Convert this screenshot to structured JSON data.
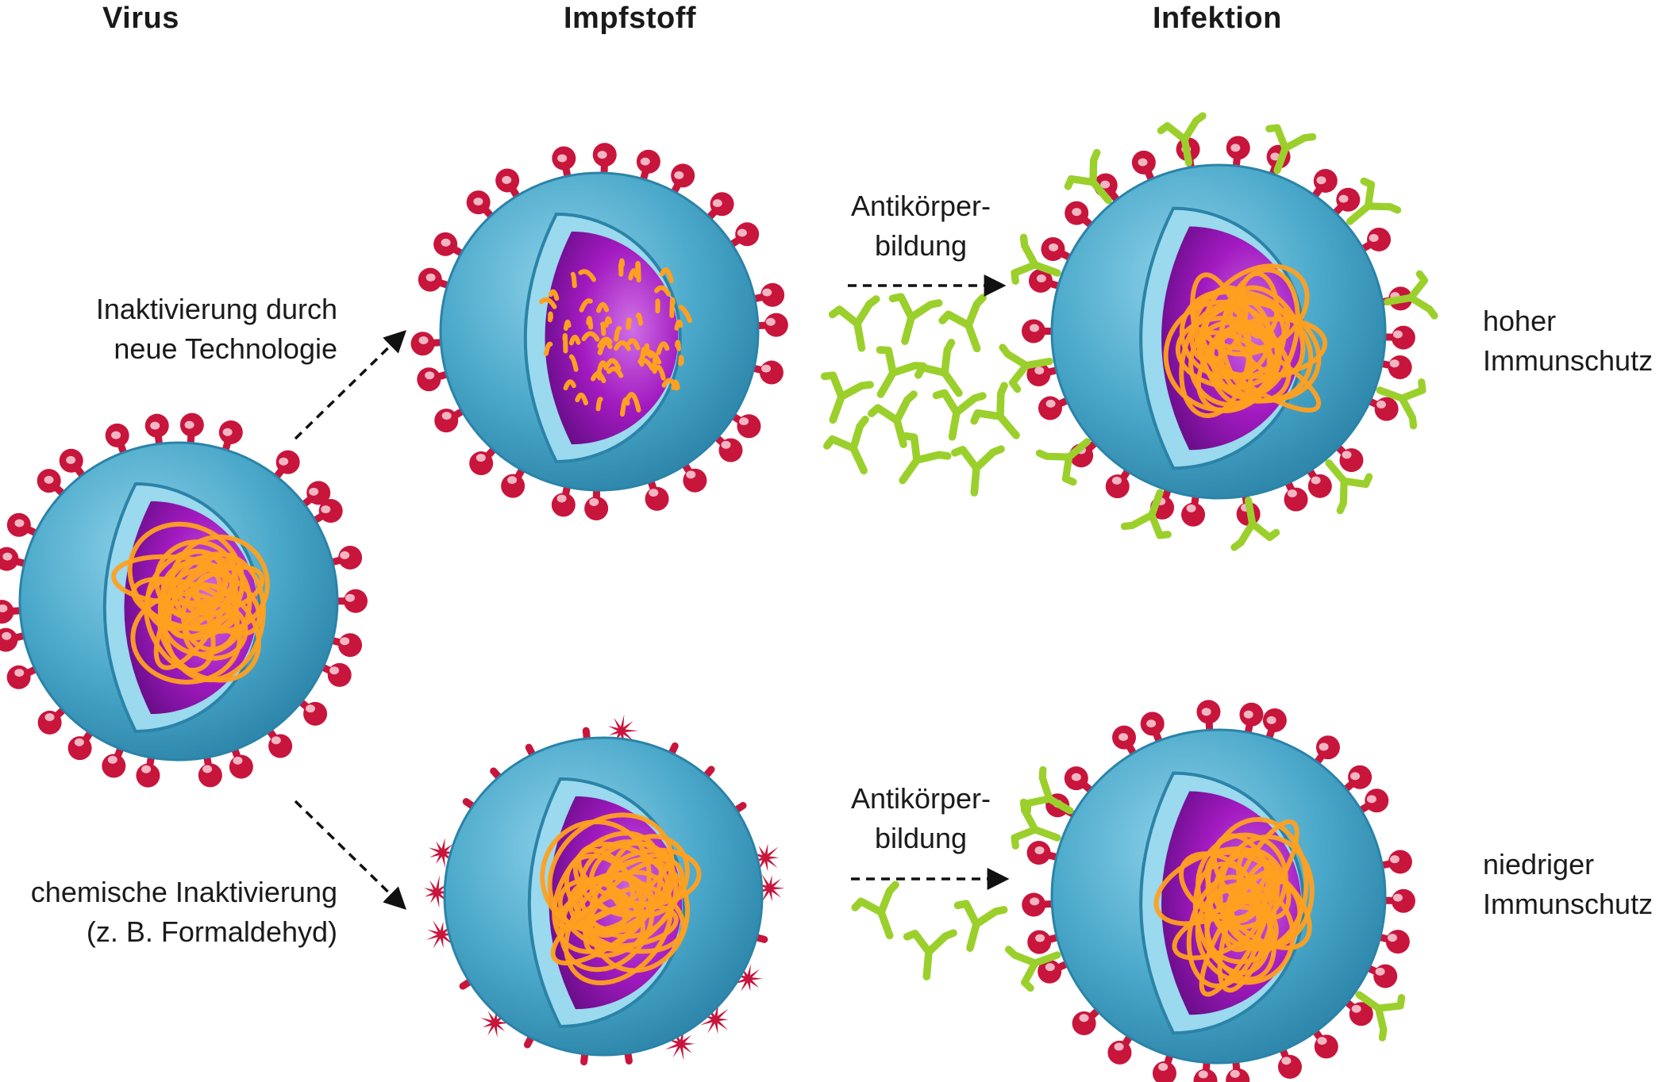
{
  "headers": {
    "virus": "Virus",
    "vaccine": "Impfstoff",
    "infection": "Infektion"
  },
  "paths": {
    "top": {
      "method_line1": "Inaktivierung durch",
      "method_line2": "neue Technologie",
      "antibody_line1": "Antikörper-",
      "antibody_line2": "bildung",
      "outcome_line1": "hoher",
      "outcome_line2": "Immunschutz"
    },
    "bottom": {
      "method_line1": "chemische Inaktivierung",
      "method_line2": "(z. B. Formaldehyd)",
      "antibody_line1": "Antikörper-",
      "antibody_line2": "bildung",
      "outcome_line1": "niedriger",
      "outcome_line2": "Immunschutz"
    }
  },
  "colors": {
    "envelope": "#49a7c9",
    "envelope_rim": "#2b83a8",
    "core": "#a21ac0",
    "core_light": "#d070e6",
    "rna": "#ffa020",
    "spike": "#c8153c",
    "spike_tip": "#f2b6c3",
    "antibody": "#9bd02c"
  }
}
